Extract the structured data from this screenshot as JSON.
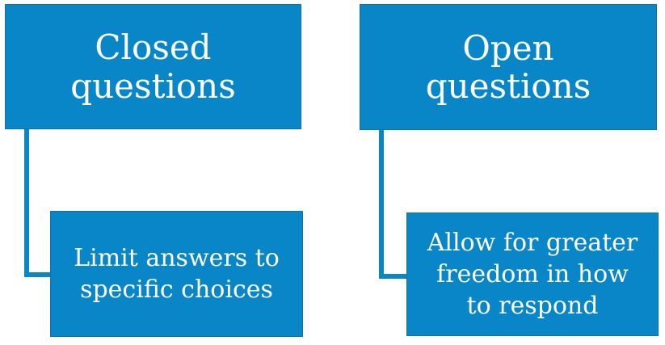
{
  "colors": {
    "box_fill": "#0886c8",
    "box_edge": "#0d72a9",
    "connector": "#0886c8",
    "text": "#ffffff",
    "background": "#ffffff"
  },
  "diagram": {
    "type": "hierarchy",
    "columns": [
      {
        "parent_label": "Closed\nquestions",
        "child_label": "Limit answers to\nspecific choices"
      },
      {
        "parent_label": "Open\nquestions",
        "child_label": "Allow for greater\nfreedom in how\nto respond"
      }
    ]
  }
}
